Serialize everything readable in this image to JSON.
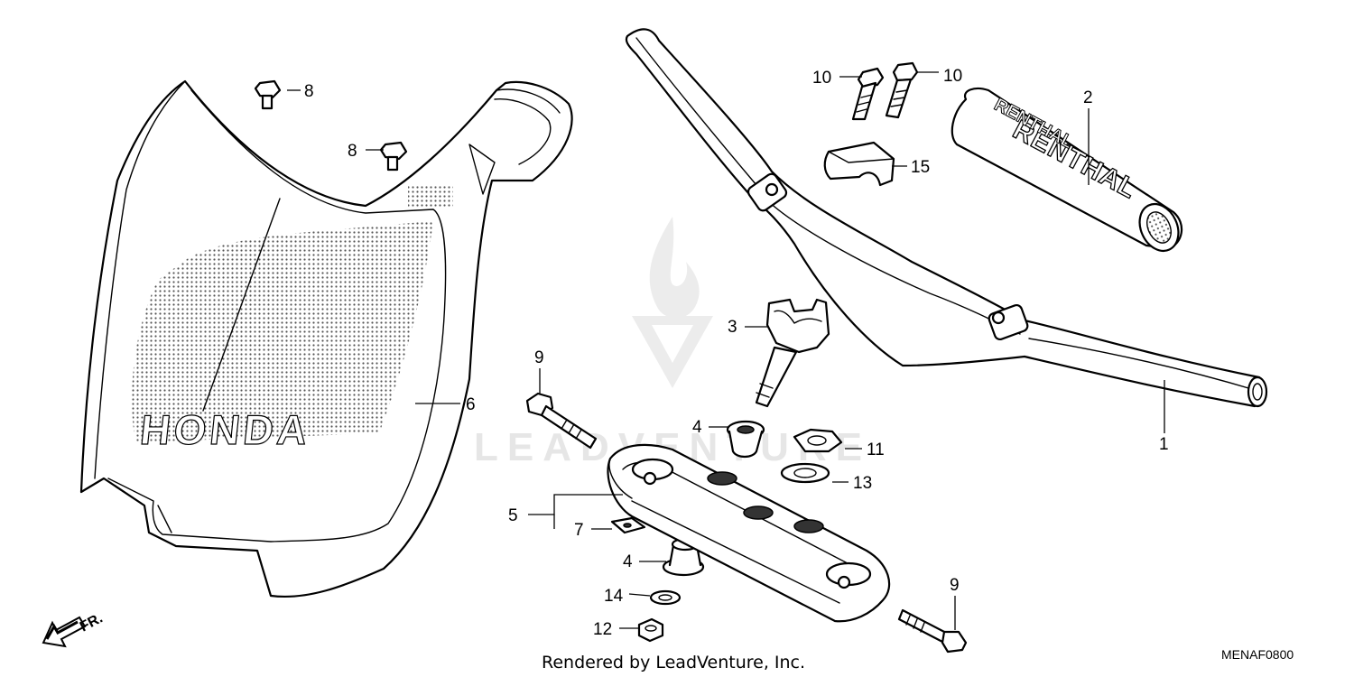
{
  "callouts": {
    "c1": "1",
    "c2": "2",
    "c3": "3",
    "c4a": "4",
    "c4b": "4",
    "c5": "5",
    "c6": "6",
    "c7": "7",
    "c8a": "8",
    "c8b": "8",
    "c9a": "9",
    "c9b": "9",
    "c10a": "10",
    "c10b": "10",
    "c11": "11",
    "c12": "12",
    "c13": "13",
    "c14": "14",
    "c15": "15"
  },
  "plate_brand": "HONDA",
  "pad_brand": "RENTHAL",
  "front_marker": "FR.",
  "watermark": "LEADVENTURE",
  "footer_credit": "Rendered by LeadVenture, Inc.",
  "diagram_code": "MENAF0800",
  "icons": {
    "front_arrow": "front-arrow-icon",
    "watermark_logo": "flame-v-logo"
  }
}
